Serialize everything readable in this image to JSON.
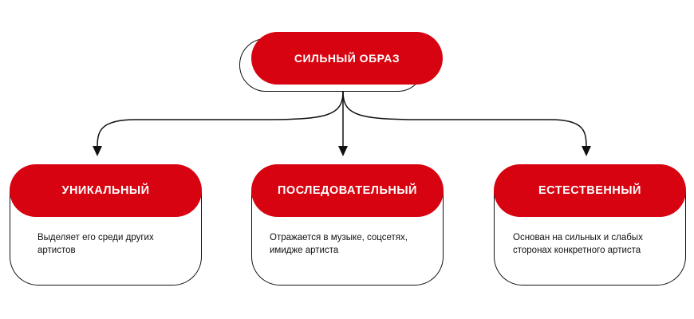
{
  "top": {
    "label": "СИЛЬНЫЙ ОБРАЗ"
  },
  "cards": [
    {
      "title": "УНИКАЛЬНЫЙ",
      "text": "Выделяет его среди других артистов"
    },
    {
      "title": "ПОСЛЕДОВАТЕЛЬНЫЙ",
      "text": "Отражается в музыке, соцсетях, имидже артиста"
    },
    {
      "title": "ЕСТЕСТВЕННЫЙ",
      "text": "Основан на сильных и слабых сторонах конкретного артиста"
    }
  ],
  "colors": {
    "accent": "#d70310",
    "line": "#111111"
  }
}
